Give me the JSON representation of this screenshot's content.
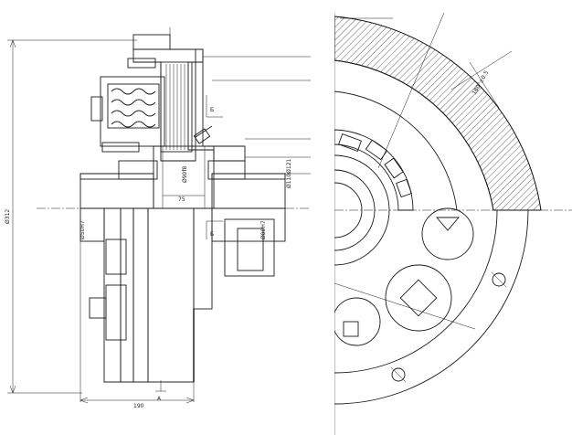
{
  "left_view": {
    "dims": {
      "overall_dia": "Ø312",
      "inner_dia_a": "Ø50H7",
      "inner_dia_b": "Ø80H7",
      "shaft_dia": "Ø90f8",
      "bore_dia": "Ø110Ø121",
      "axial_len": "75",
      "overall_len": "190",
      "section_b": "Б",
      "section_a": "A"
    }
  },
  "right_view": {
    "dims": {
      "angle": "180°±0.5"
    }
  }
}
